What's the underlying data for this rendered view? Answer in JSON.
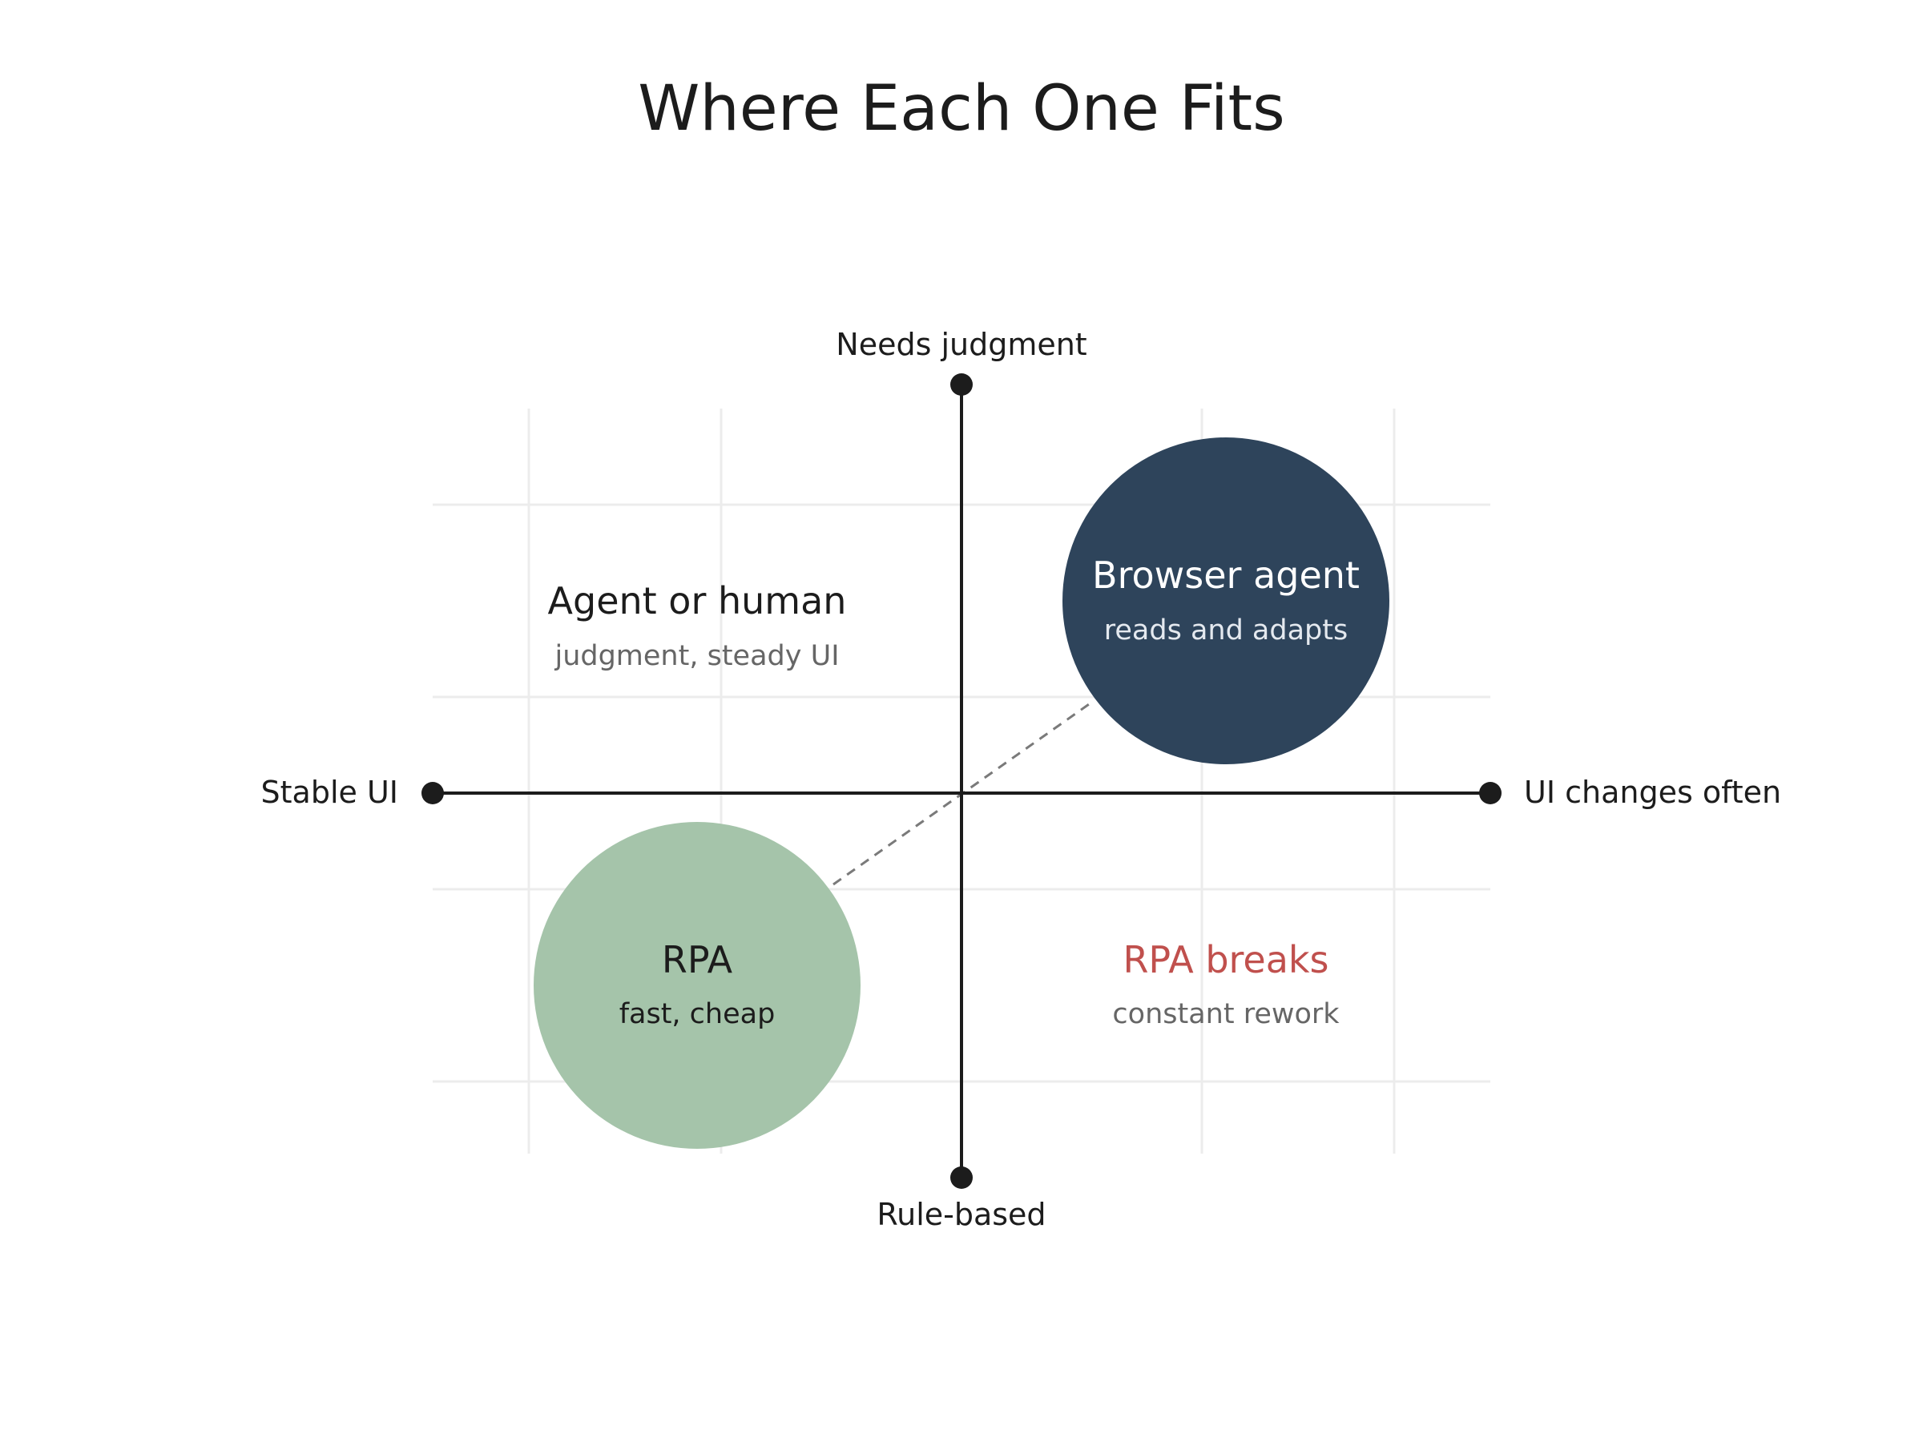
{
  "diagram": {
    "title": "Where Each One Fits",
    "axes": {
      "top": "Needs judgment",
      "bottom": "Rule-based",
      "left": "Stable UI",
      "right": "UI changes often"
    },
    "quadrants": {
      "top_left": {
        "title": "Agent or human",
        "subtitle": "judgment, steady UI"
      },
      "top_right": {
        "title": "Browser agent",
        "subtitle": "reads and adapts"
      },
      "bottom_left": {
        "title": "RPA",
        "subtitle": "fast, cheap"
      },
      "bottom_right": {
        "title": "RPA breaks",
        "subtitle": "constant rework"
      }
    },
    "colors": {
      "browser_agent_circle": "#2e445b",
      "rpa_circle": "#a5c4aa",
      "rpa_breaks_text": "#c0504d",
      "muted_text": "#666666",
      "axis": "#1c1c1c",
      "grid": "#ececec"
    }
  }
}
